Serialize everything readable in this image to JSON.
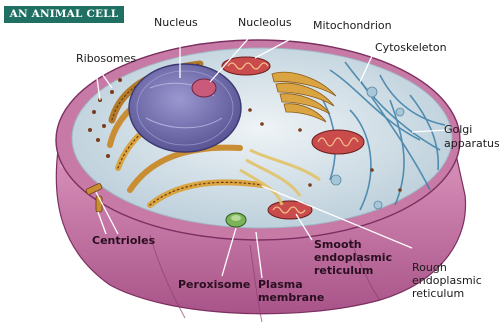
{
  "diagram": {
    "title": "AN ANIMAL CELL",
    "labels": {
      "nucleus": "Nucleus",
      "nucleolus": "Nucleolus",
      "mitochondrion": "Mitochondrion",
      "ribosomes": "Ribosomes",
      "cytoskeleton": "Cytoskeleton",
      "golgi_line1": "Golgi",
      "golgi_line2": "apparatus",
      "centrioles": "Centrioles",
      "smooth_er_line1": "Smooth",
      "smooth_er_line2": "endoplasmic",
      "smooth_er_line3": "reticulum",
      "rough_er_line1": "Rough",
      "rough_er_line2": "endoplasmic",
      "rough_er_line3": "reticulum",
      "peroxisome": "Peroxisome",
      "plasma_line1": "Plasma",
      "plasma_line2": "membrane"
    }
  },
  "colors": {
    "title_bg": "#1f6f63",
    "membrane": "#c77aa6",
    "membrane_dark": "#8e3f70",
    "cytoplasm": "#d6e3ea",
    "nucleus": "#7c78b8",
    "nucleolus": "#c95a7a",
    "er": "#d9a441",
    "mitochondrion": "#c94b4b"
  }
}
